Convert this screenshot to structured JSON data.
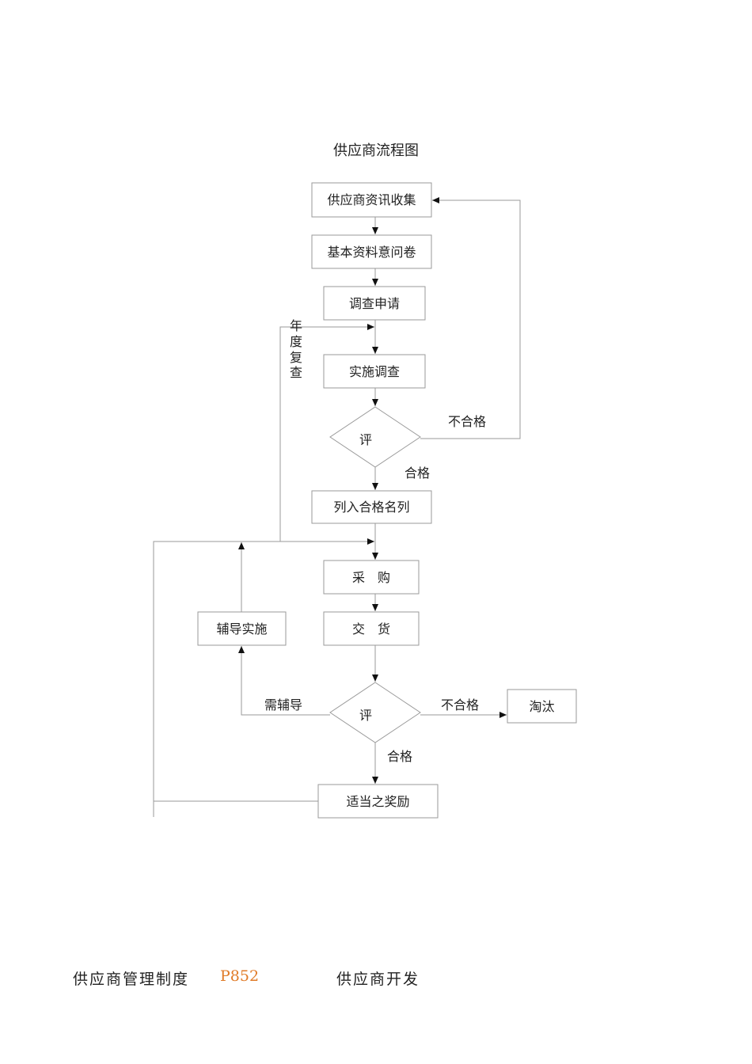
{
  "title": "供应商流程图",
  "nodes": {
    "collect": "供应商资讯收集",
    "questionnaire": "基本资料意问卷",
    "apply": "调查申请",
    "survey": "实施调查",
    "eval1": "评",
    "qualified_list": "列入合格名列",
    "purchase": "采　购",
    "delivery": "交　货",
    "guidance": "辅导实施",
    "eval2": "评",
    "eliminate": "淘汰",
    "reward": "适当之奖励"
  },
  "labels": {
    "annual_review": [
      "年",
      "度",
      "复",
      "查"
    ],
    "fail1": "不合格",
    "pass1": "合格",
    "fail2": "不合格",
    "need_guidance": "需辅导",
    "pass2": "合格"
  },
  "footer": {
    "left": "供应商管理制度",
    "code": "P852",
    "right": "供应商开发"
  },
  "colors": {
    "line": "#9a9a9a",
    "text": "#222222",
    "code": "#e07b28"
  }
}
